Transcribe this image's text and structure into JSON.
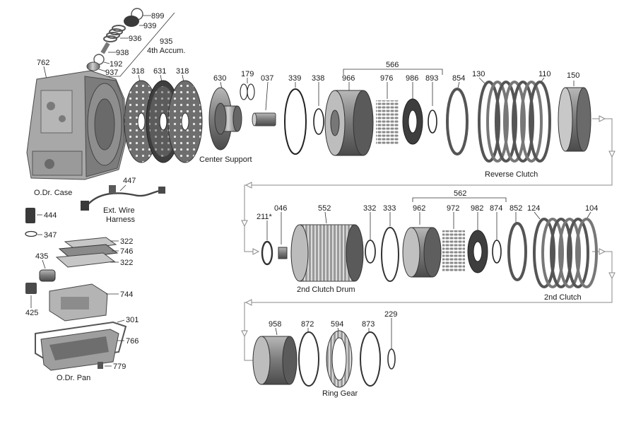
{
  "labels": {
    "l899": "899",
    "l939": "939",
    "l936": "936",
    "l938": "938",
    "l192": "192",
    "l937": "937",
    "l935": "935",
    "l762": "762",
    "l318a": "318",
    "l631": "631",
    "l318b": "318",
    "l630": "630",
    "l179": "179",
    "l037": "037",
    "l339": "339",
    "l338": "338",
    "l566": "566",
    "l966": "966",
    "l976": "976",
    "l986": "986",
    "l893": "893",
    "l854": "854",
    "l130": "130",
    "l110": "110",
    "l150": "150",
    "l447": "447",
    "l444": "444",
    "l347": "347",
    "l322a": "322",
    "l746": "746",
    "l322b": "322",
    "l435": "435",
    "l744": "744",
    "l425": "425",
    "l301": "301",
    "l766": "766",
    "l779": "779",
    "l211": "211*",
    "l046": "046",
    "l552": "552",
    "l332": "332",
    "l333": "333",
    "l562": "562",
    "l962": "962",
    "l972": "972",
    "l982": "982",
    "l874": "874",
    "l852": "852",
    "l124": "124",
    "l104": "104",
    "l958": "958",
    "l872": "872",
    "l594": "594",
    "l873": "873",
    "l229": "229"
  },
  "captions": {
    "accum": "4th Accum.",
    "odr_case": "O.Dr. Case",
    "center_support": "Center Support",
    "reverse_clutch": "Reverse Clutch",
    "wire_line1": "Ext. Wire",
    "wire_line2": "Harness",
    "second_clutch_drum": "2nd Clutch Drum",
    "second_clutch": "2nd Clutch",
    "odr_pan": "O.Dr. Pan",
    "ring_gear": "Ring Gear"
  },
  "colors": {
    "metal_dark": "#4a4a4a",
    "metal_mid": "#8c8c8c",
    "metal_light": "#c8c8c8",
    "flow_line": "#8a8a8a"
  }
}
